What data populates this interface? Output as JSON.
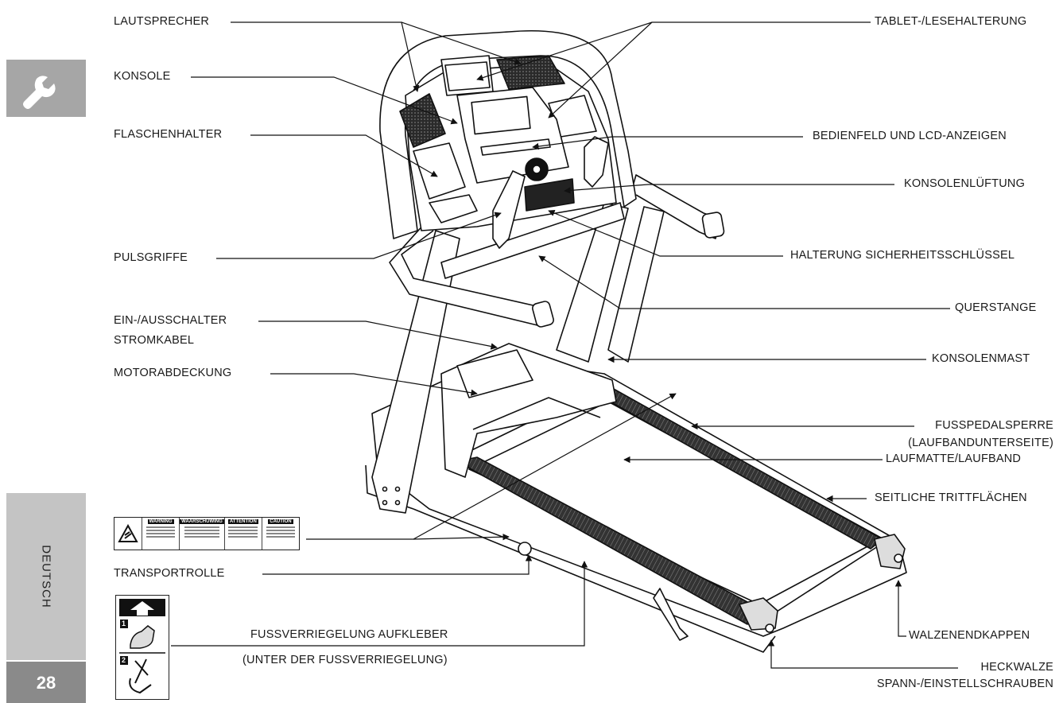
{
  "labels": {
    "lautsprecher": "LAUTSPRECHER",
    "konsole": "KONSOLE",
    "flaschenhalter": "FLASCHENHALTER",
    "pulsgriffe": "PULSGRIFFE",
    "ein_aus": "EIN-/AUSSCHALTER",
    "stromkabel": "STROMKABEL",
    "motorabdeckung": "MOTORABDECKUNG",
    "transportrolle": "TRANSPORTROLLE",
    "tablet": "TABLET-/LESEHALTERUNG",
    "bedienfeld": "BEDIENFELD UND LCD-ANZEIGEN",
    "lueftung": "KONSOLENLÜFTUNG",
    "sicherheitsschluessel": "HALTERUNG SICHERHEITSSCHLÜSSEL",
    "querstange": "QUERSTANGE",
    "konsolenmast": "KONSOLENMAST",
    "fusspedalsperre": "FUSSPEDALSPERRE",
    "laufbandunterseite": "(LAUFBANDUNTERSEITE)",
    "laufmatte": "LAUFMATTE/LAUFBAND",
    "trittflaechen": "SEITLICHE TRITTFLÄCHEN",
    "walzenendkappen": "WALZENENDKAPPEN",
    "heckwalze": "HECKWALZE",
    "spann": "SPANN-/EINSTELLSCHRAUBEN",
    "aufkleber": "FUSSVERRIEGELUNG AUFKLEBER",
    "aufkleber_sub": "(UNTER DER FUSSVERRIEGELUNG)"
  },
  "sidebar": {
    "language": "DEUTSCH",
    "page_number": "28"
  },
  "warning_label": {
    "headers": [
      "WARNING",
      "WAARSCHUWING",
      "ATTENTION",
      "CAUTION"
    ]
  },
  "sticker_steps": [
    "1",
    "2"
  ]
}
